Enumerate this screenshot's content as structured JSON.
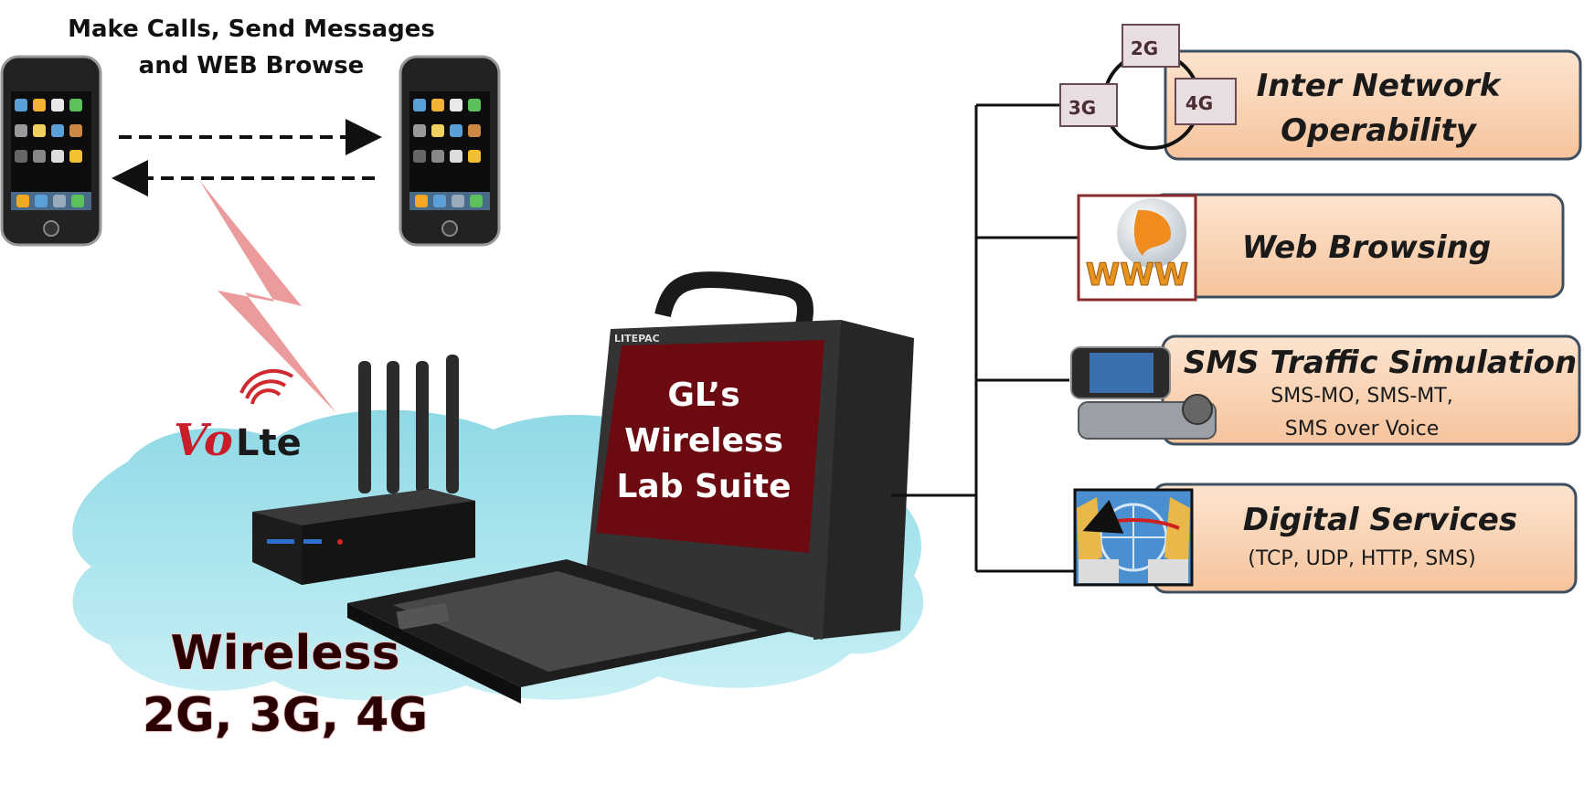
{
  "caption": {
    "line1": "Make Calls, Send Messages",
    "line2": "and WEB Browse"
  },
  "volte_logo": {
    "vo": "Vo",
    "lte": "Lte"
  },
  "laptop": {
    "brand": "LITEPAC",
    "screen_lines": [
      "GL’s",
      "Wireless",
      "Lab Suite"
    ]
  },
  "network": {
    "line1": "Wireless",
    "line2": "2G, 3G, 4G"
  },
  "network_badges": [
    "2G",
    "3G",
    "4G"
  ],
  "services": [
    {
      "title_lines": [
        "Inter Network",
        "Operability"
      ],
      "sub_lines": []
    },
    {
      "title_lines": [
        "Web Browsing"
      ],
      "sub_lines": [],
      "image_text": "WWW"
    },
    {
      "title_lines": [
        "SMS Traffic Simulation"
      ],
      "sub_lines": [
        "SMS-MO, SMS-MT,",
        "SMS over Voice"
      ]
    },
    {
      "title_lines": [
        "Digital Services"
      ],
      "sub_lines": [
        "(TCP, UDP, HTTP, SMS)"
      ]
    }
  ],
  "colors": {
    "box_fill": "#fbd5b5",
    "box_border": "#3f4f5f",
    "screen": "#6b0a10",
    "cloud": "#a9e3ec",
    "lightning": "#e88a8a"
  }
}
